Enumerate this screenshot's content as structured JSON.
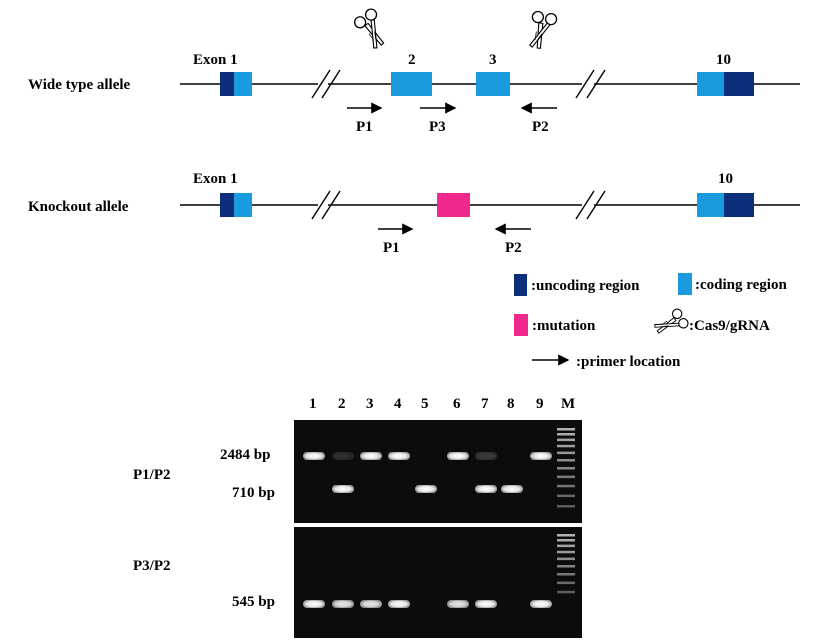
{
  "colors": {
    "uncoding": "#0b2f7a",
    "coding": "#1a9be0",
    "mutation": "#f0288c",
    "line": "#000000",
    "gel_bg": "#0c0c0c",
    "band": "#ededed"
  },
  "icons": {
    "scissors": "cas9-scissors-icon",
    "arrow": "primer-arrow-icon"
  },
  "wildtype": {
    "label": "Wide type allele",
    "exon1_label": "Exon 1",
    "exon2_label": "2",
    "exon3_label": "3",
    "exon10_label": "10",
    "primers": {
      "p1": "P1",
      "p3": "P3",
      "p2": "P2"
    }
  },
  "knockout": {
    "label": "Knockout allele",
    "exon1_label": "Exon 1",
    "exon10_label": "10",
    "primers": {
      "p1": "P1",
      "p2": "P2"
    }
  },
  "legend": {
    "uncoding": ":uncoding region",
    "coding": ":coding region",
    "mutation": ":mutation",
    "cas9": ":Cas9/gRNA",
    "primer": ":primer location"
  },
  "gel": {
    "lanes": [
      "1",
      "2",
      "3",
      "4",
      "5",
      "6",
      "7",
      "8",
      "9",
      "M"
    ],
    "panels": [
      {
        "label": "P1/P2",
        "size_labels": [
          "2484 bp",
          "710 bp"
        ],
        "bands": [
          {
            "lane": 1,
            "size": "2484 bp",
            "intensity": 1.0
          },
          {
            "lane": 2,
            "size": "2484 bp",
            "intensity": 0.15
          },
          {
            "lane": 3,
            "size": "2484 bp",
            "intensity": 1.0
          },
          {
            "lane": 4,
            "size": "2484 bp",
            "intensity": 1.0
          },
          {
            "lane": 6,
            "size": "2484 bp",
            "intensity": 1.0
          },
          {
            "lane": 7,
            "size": "2484 bp",
            "intensity": 0.2
          },
          {
            "lane": 9,
            "size": "2484 bp",
            "intensity": 1.0
          },
          {
            "lane": 2,
            "size": "710 bp",
            "intensity": 1.0
          },
          {
            "lane": 5,
            "size": "710 bp",
            "intensity": 1.0
          },
          {
            "lane": 7,
            "size": "710 bp",
            "intensity": 1.0
          },
          {
            "lane": 8,
            "size": "710 bp",
            "intensity": 1.0
          }
        ]
      },
      {
        "label": "P3/P2",
        "size_labels": [
          "545 bp"
        ],
        "bands": [
          {
            "lane": 1,
            "size": "545 bp",
            "intensity": 1.0
          },
          {
            "lane": 2,
            "size": "545 bp",
            "intensity": 0.9
          },
          {
            "lane": 3,
            "size": "545 bp",
            "intensity": 0.9
          },
          {
            "lane": 4,
            "size": "545 bp",
            "intensity": 1.0
          },
          {
            "lane": 6,
            "size": "545 bp",
            "intensity": 0.9
          },
          {
            "lane": 7,
            "size": "545 bp",
            "intensity": 1.0
          },
          {
            "lane": 9,
            "size": "545 bp",
            "intensity": 1.0
          }
        ]
      }
    ]
  }
}
